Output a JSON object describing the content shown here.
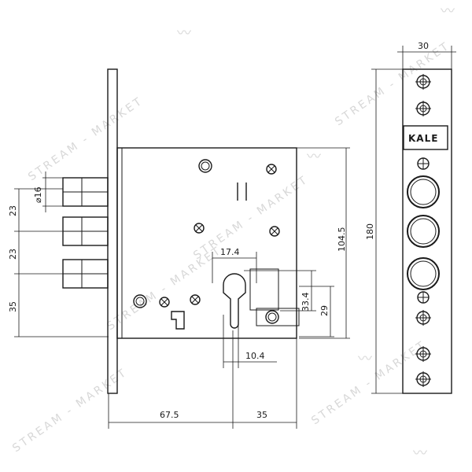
{
  "watermark": {
    "text": "STREAM - MARKET",
    "logo_glyph": "〰"
  },
  "brand": {
    "name": "KALE"
  },
  "dimensions": {
    "faceplate_width": "30",
    "faceplate_height": "180",
    "body_height": "104.5",
    "cylinder_width": "17.4",
    "cylinder_height": "33.4",
    "cylinder_lower": "29",
    "cylinder_neck": "10.4",
    "backset": "67.5",
    "body_right": "35",
    "bolt_top_gap": "23",
    "bolt_mid_gap": "23",
    "bolt_bottom": "35",
    "bolt_diameter": "⌀16"
  }
}
